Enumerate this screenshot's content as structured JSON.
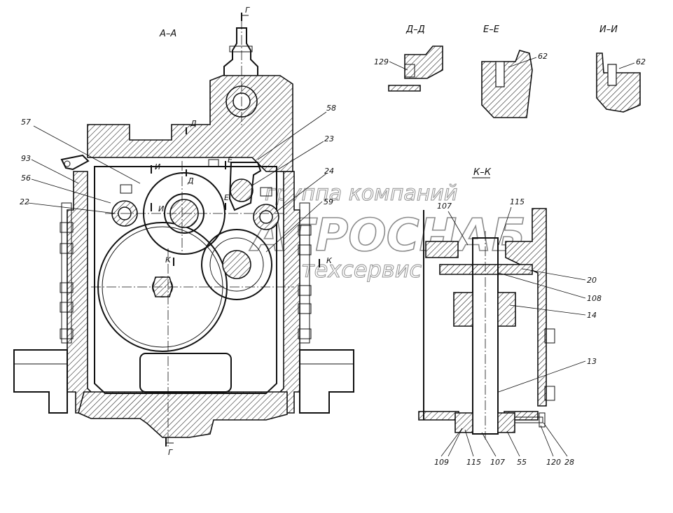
{
  "sections": {
    "a": "А–А",
    "d": "Д–Д",
    "e": "Е–Е",
    "i": "И–И",
    "k": "К–К"
  },
  "markers": {
    "g_top": "Г",
    "g_bottom": "Г",
    "d1": "Д",
    "d2": "Д",
    "e1": "Е",
    "e2": "Е",
    "i1": "И",
    "i2": "И",
    "k1": "К",
    "k2": "К"
  },
  "main_labels": {
    "p57": "57",
    "p93": "93",
    "p56": "56",
    "p22": "22",
    "p58": "58",
    "p23": "23",
    "p24": "24",
    "p59": "59"
  },
  "detail_labels": {
    "p129": "129",
    "p62_e": "62",
    "p62_i": "62"
  },
  "kk_labels": {
    "p107_top": "107",
    "p115_top": "115",
    "p20": "20",
    "p108": "108",
    "p14": "14",
    "p13": "13",
    "p109": "109",
    "p115_bottom": "115",
    "p107_bottom": "107",
    "p55": "55",
    "p120": "120",
    "p28": "28"
  },
  "watermark": {
    "line1": "группа компаний",
    "line2": "АГРОСНАБ",
    "line3": "техсервис"
  }
}
